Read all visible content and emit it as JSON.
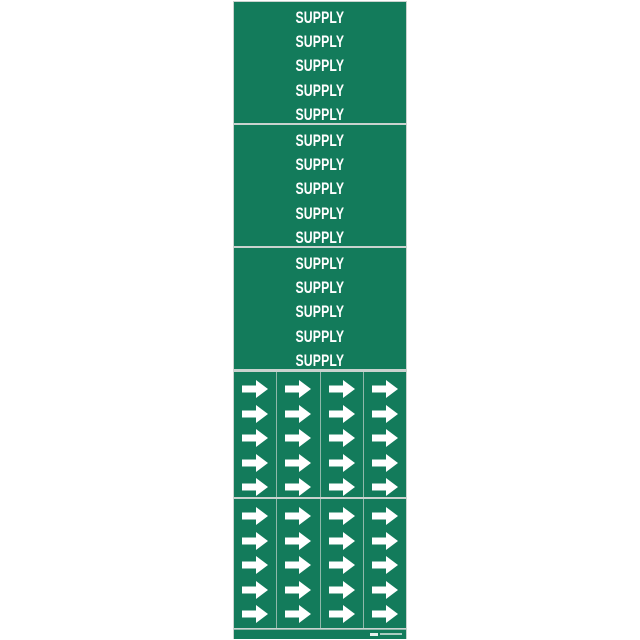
{
  "colors": {
    "background": "#137b5b",
    "text": "#ffffff",
    "divider": "#8fb8aa"
  },
  "label_panels": [
    {
      "labels": [
        "SUPPLY",
        "SUPPLY",
        "SUPPLY",
        "SUPPLY",
        "SUPPLY"
      ]
    },
    {
      "labels": [
        "SUPPLY",
        "SUPPLY",
        "SUPPLY",
        "SUPPLY",
        "SUPPLY"
      ]
    },
    {
      "labels": [
        "SUPPLY",
        "SUPPLY",
        "SUPPLY",
        "SUPPLY",
        "SUPPLY"
      ]
    }
  ],
  "arrow_panels": [
    {
      "columns": 4,
      "arrows_per_column": 5,
      "icon": "arrow-right-icon"
    },
    {
      "columns": 4,
      "arrows_per_column": 5,
      "icon": "arrow-right-icon"
    }
  ],
  "footer": {
    "logo": "brand-logo"
  }
}
